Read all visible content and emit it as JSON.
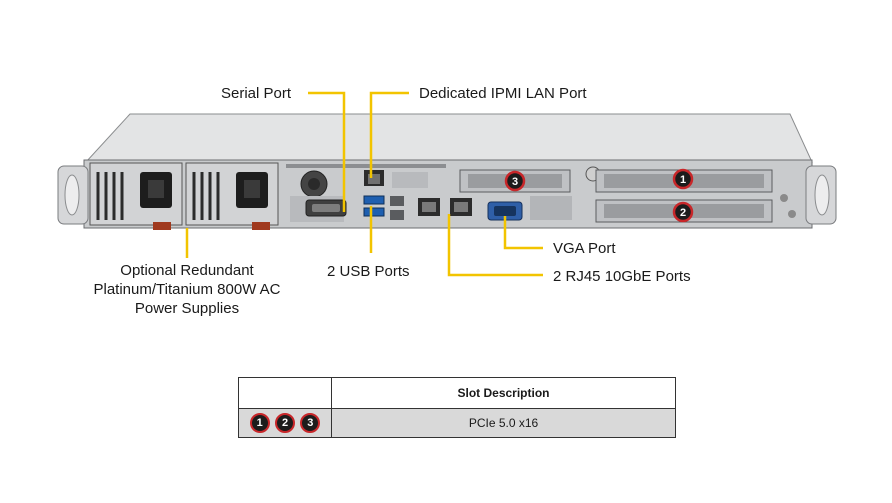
{
  "callouts": {
    "serial_port": "Serial Port",
    "ipmi_lan_port": "Dedicated IPMI  LAN Port",
    "usb_ports": "2 USB Ports",
    "vga_port": "VGA Port",
    "rj45_ports": "2 RJ45 10GbE Ports",
    "psu_line1": "Optional Redundant",
    "psu_line2": "Platinum/Titanium  800W AC",
    "psu_line3": "Power Supplies"
  },
  "slot_markers": [
    "3",
    "1",
    "2"
  ],
  "table": {
    "header": [
      "",
      "Slot Description"
    ],
    "rows": [
      {
        "slots": [
          "1",
          "2",
          "3"
        ],
        "description": "PCIe 5.0 x16"
      }
    ]
  },
  "colors": {
    "leader_line": "#f2c400",
    "badge_ring": "#c8272a",
    "badge_fill": "#1c1c1c",
    "chassis": "#c9cbcd",
    "table_row": "#d9d9d9"
  }
}
